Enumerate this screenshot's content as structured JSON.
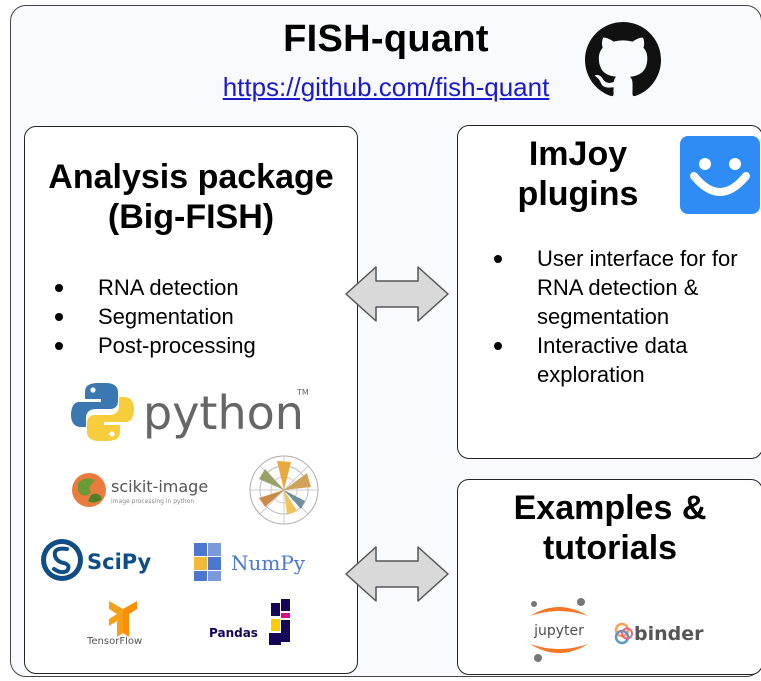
{
  "header": {
    "title": "FISH-quant",
    "url": "https://github.com/fish-quant",
    "github_icon": "github-icon"
  },
  "analysis": {
    "title_line1": "Analysis package",
    "title_line2": "(Big-FISH)",
    "bullets": [
      "RNA detection",
      "Segmentation",
      "Post-processing"
    ],
    "logos": {
      "python": "python",
      "python_tm": "TM",
      "skimage": "scikit-image",
      "skimage_sub": "image processing in python",
      "scipy": "SciPy",
      "numpy": "NumPy",
      "tensorflow": "TensorFlow",
      "pandas": "Pandas"
    }
  },
  "imjoy": {
    "title_line1": "ImJoy",
    "title_line2": "plugins",
    "bullets": [
      "User interface for for RNA detection & segmentation",
      "Interactive data exploration"
    ]
  },
  "examples": {
    "title_line1": "Examples &",
    "title_line2": "tutorials",
    "logos": {
      "jupyter": "jupyter",
      "binder": "binder"
    }
  },
  "colors": {
    "link": "#1a1acc",
    "imjoy_blue": "#2f8cf4",
    "arrow_fill": "#d9d9d9",
    "background": "#f8fafd"
  }
}
